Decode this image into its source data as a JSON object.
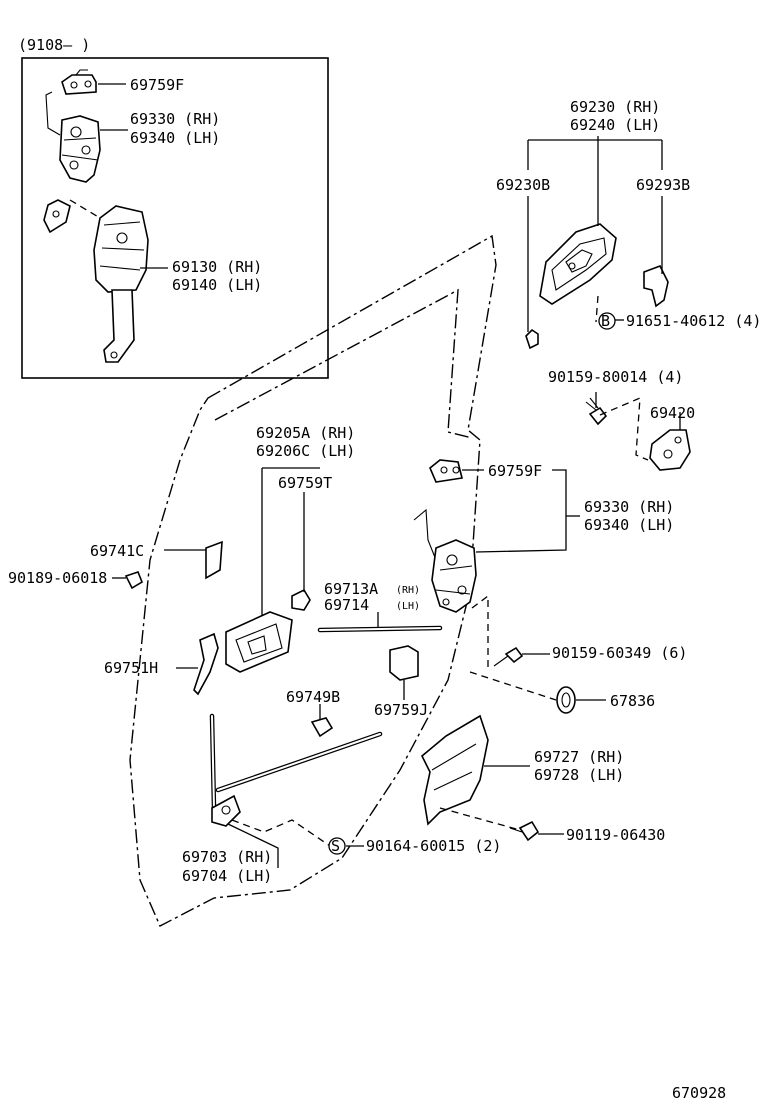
{
  "inset": {
    "label": "(9108–     )"
  },
  "parts": {
    "p69759F_inset": "69759F",
    "p69330_inset": "69330 (RH)",
    "p69340_inset": "69340 (LH)",
    "p69130": "69130 (RH)",
    "p69140": "69140 (LH)",
    "p69230": "69230 (RH)",
    "p69240": "69240 (LH)",
    "p69230B": "69230B",
    "p69293B": "69293B",
    "p91651": "91651-40612 (4)",
    "p90159_80014": "90159-80014 (4)",
    "p69420": "69420",
    "p69205A": "69205A (RH)",
    "p69206C": "69206C (LH)",
    "p69759T": "69759T",
    "p69759F": "69759F",
    "p69330": "69330 (RH)",
    "p69340": "69340 (LH)",
    "p69741C": "69741C",
    "p90189": "90189-06018",
    "p69713A": "69713A",
    "p69713A_suffix": "(RH)",
    "p69714": "69714",
    "p69714_suffix": "(LH)",
    "p90159_60349": "90159-60349 (6)",
    "p69751H": "69751H",
    "p67836": "67836",
    "p69749B": "69749B",
    "p69759J": "69759J",
    "p69727": "69727 (RH)",
    "p69728": "69728 (LH)",
    "p90119": "90119-06430",
    "p69703": "69703 (RH)",
    "p69704": "69704 (LH)",
    "p90164": "90164-60015 (2)"
  },
  "markers": {
    "b": "B",
    "s": "S"
  },
  "footer": {
    "code": "670928"
  }
}
